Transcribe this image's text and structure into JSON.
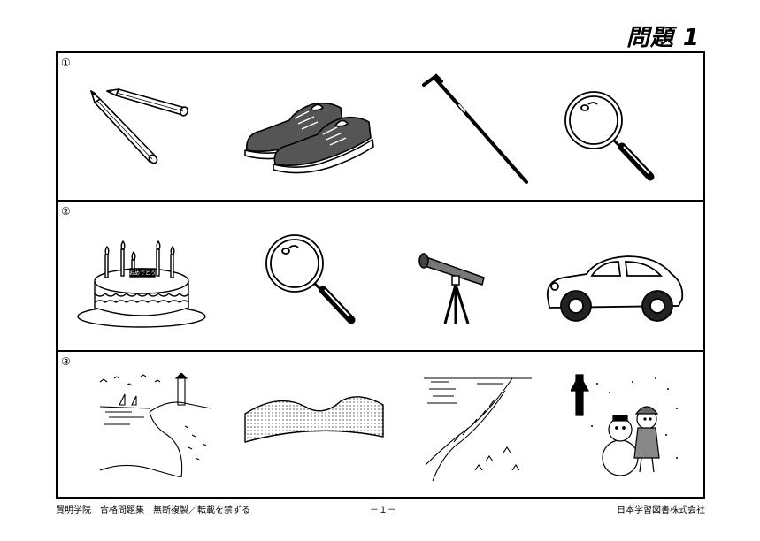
{
  "header": {
    "title": "問題 1"
  },
  "rows": [
    {
      "number": "①",
      "items": [
        "pencils-icon",
        "sneakers-icon",
        "walking-cane-icon",
        "magnifying-glass-icon"
      ]
    },
    {
      "number": "②",
      "items": [
        "birthday-cake-icon",
        "magnifying-glass-icon",
        "telescope-icon",
        "car-icon"
      ]
    },
    {
      "number": "③",
      "items": [
        "seaside-lighthouse-icon",
        "hills-landscape-icon",
        "cliff-river-icon",
        "snowman-child-icon"
      ]
    }
  ],
  "cake_plate": {
    "text": "おめでとう"
  },
  "footer": {
    "left": "賢明学院　合格問題集　無断複製／転載を禁ずる",
    "center": "－１－",
    "right": "日本学習図書株式会社"
  }
}
